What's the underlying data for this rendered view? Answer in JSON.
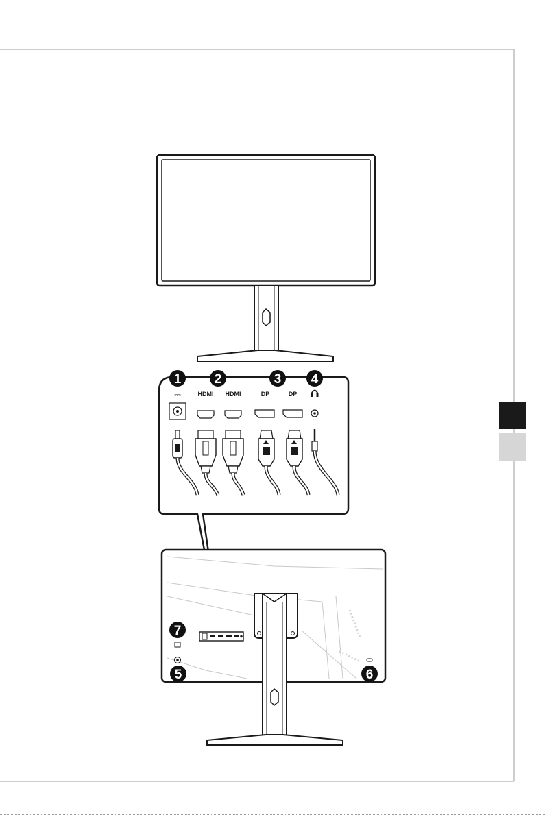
{
  "callouts": [
    {
      "number": "1"
    },
    {
      "number": "2"
    },
    {
      "number": "3"
    },
    {
      "number": "4"
    },
    {
      "number": "5"
    },
    {
      "number": "6"
    },
    {
      "number": "7"
    }
  ],
  "port_labels": {
    "dc_symbol": "⎓",
    "hdmi_1": "HDMI",
    "hdmi_2": "HDMI",
    "dp_1": "DP",
    "dp_2": "DP",
    "headphone_symbol": "🎧"
  },
  "section_tabs": [
    {
      "state": "active",
      "color": "#1a1a1a"
    },
    {
      "state": "inactive",
      "color": "#d6d6d6"
    }
  ]
}
